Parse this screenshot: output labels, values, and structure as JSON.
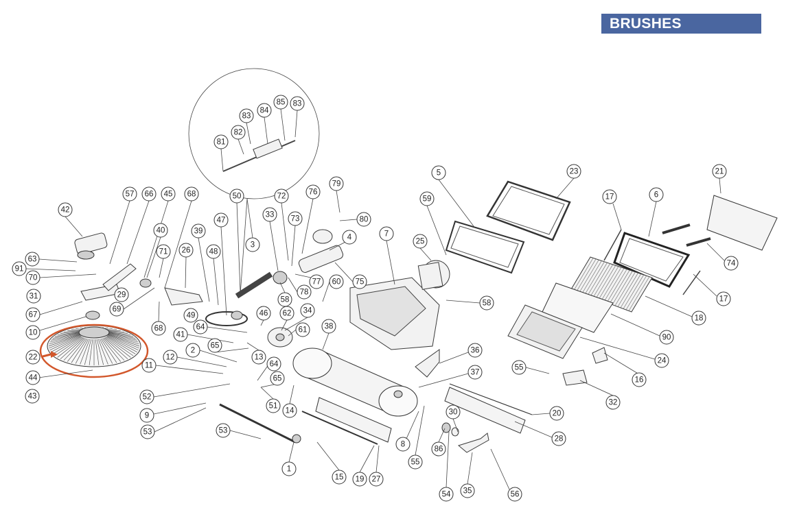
{
  "header": {
    "title": "BRUSHES",
    "background": "#4a66a0",
    "text_color": "#ffffff"
  },
  "highlight": {
    "part": "22",
    "color": "#d2572b"
  },
  "parts": [
    "1",
    "2",
    "3",
    "4",
    "5",
    "6",
    "7",
    "8",
    "9",
    "10",
    "11",
    "12",
    "13",
    "14",
    "15",
    "16",
    "17",
    "17",
    "18",
    "19",
    "20",
    "21",
    "22",
    "23",
    "24",
    "25",
    "26",
    "27",
    "28",
    "29",
    "30",
    "31",
    "32",
    "33",
    "34",
    "35",
    "36",
    "37",
    "38",
    "39",
    "40",
    "41",
    "42",
    "43",
    "44",
    "45",
    "46",
    "47",
    "48",
    "49",
    "50",
    "51",
    "52",
    "53",
    "53",
    "54",
    "55",
    "55",
    "56",
    "57",
    "58",
    "58",
    "59",
    "60",
    "61",
    "62",
    "63",
    "64",
    "64",
    "65",
    "65",
    "66",
    "67",
    "68",
    "68",
    "69",
    "70",
    "71",
    "72",
    "73",
    "74",
    "75",
    "76",
    "77",
    "78",
    "79",
    "80",
    "81",
    "82",
    "83",
    "83",
    "84",
    "85",
    "86",
    "90",
    "91"
  ]
}
